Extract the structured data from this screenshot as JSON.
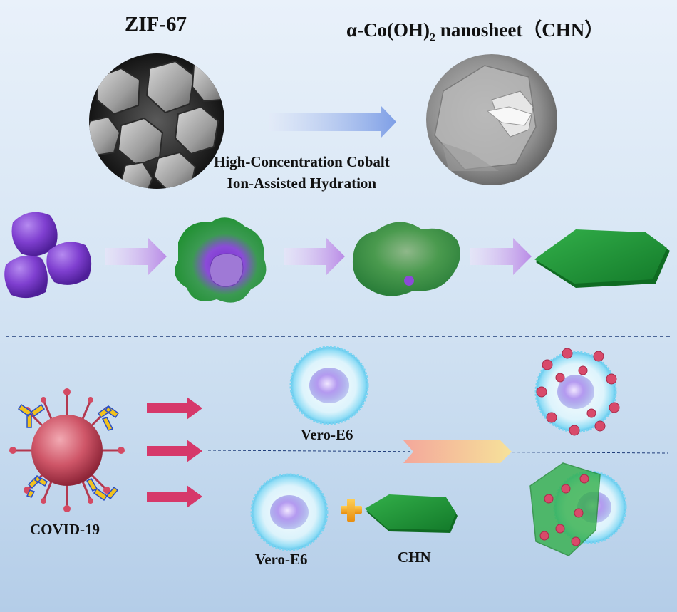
{
  "labels": {
    "zif": "ZIF-67",
    "chn_prefix": "α-Co(OH)",
    "chn_sub": "2",
    "chn_suffix": " nanosheet（CHN）",
    "hydration_line1": "High-Concentration Cobalt",
    "hydration_line2": "Ion-Assisted Hydration",
    "covid": "COVID-19",
    "vero_top": "Vero-E6",
    "vero_bottom": "Vero-E6",
    "chn": "CHN"
  },
  "colors": {
    "zif_crystal": "#8a4fd6",
    "nanosheet_green": "#1f9a3a",
    "virus_red": "#c0384f",
    "antibody_yellow": "#f2c21d",
    "cell_blue": "#6fd0f0",
    "arrow_pink": "#d6386a",
    "arrow_lavender": "#c9a3ea",
    "divider": "#1f3d7a"
  }
}
